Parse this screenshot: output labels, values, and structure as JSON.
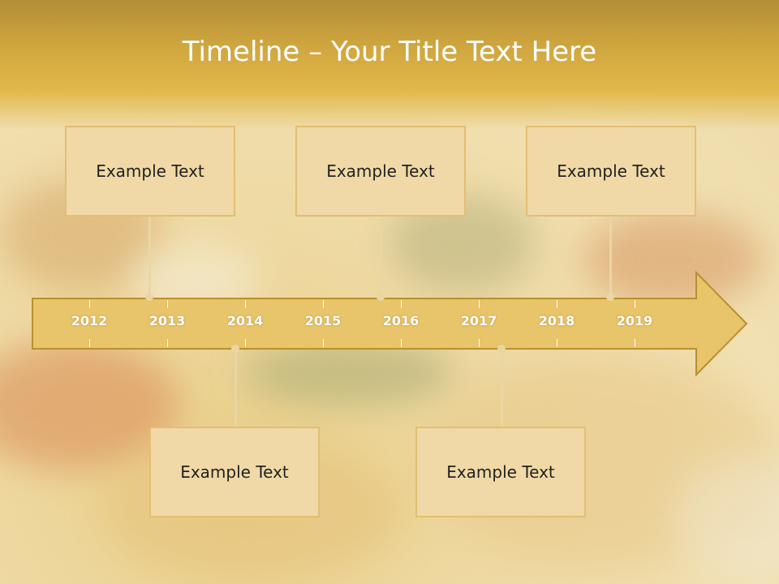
{
  "slide": {
    "title": "Timeline – Your Title Text Here",
    "years": [
      "2012",
      "2013",
      "2014",
      "2015",
      "2016",
      "2017",
      "2018",
      "2019"
    ],
    "top_cards": [
      {
        "text": "Example Text"
      },
      {
        "text": "Example Text"
      },
      {
        "text": "Example Text"
      }
    ],
    "bottom_cards": [
      {
        "text": "Example Text"
      },
      {
        "text": "Example Text"
      }
    ]
  }
}
